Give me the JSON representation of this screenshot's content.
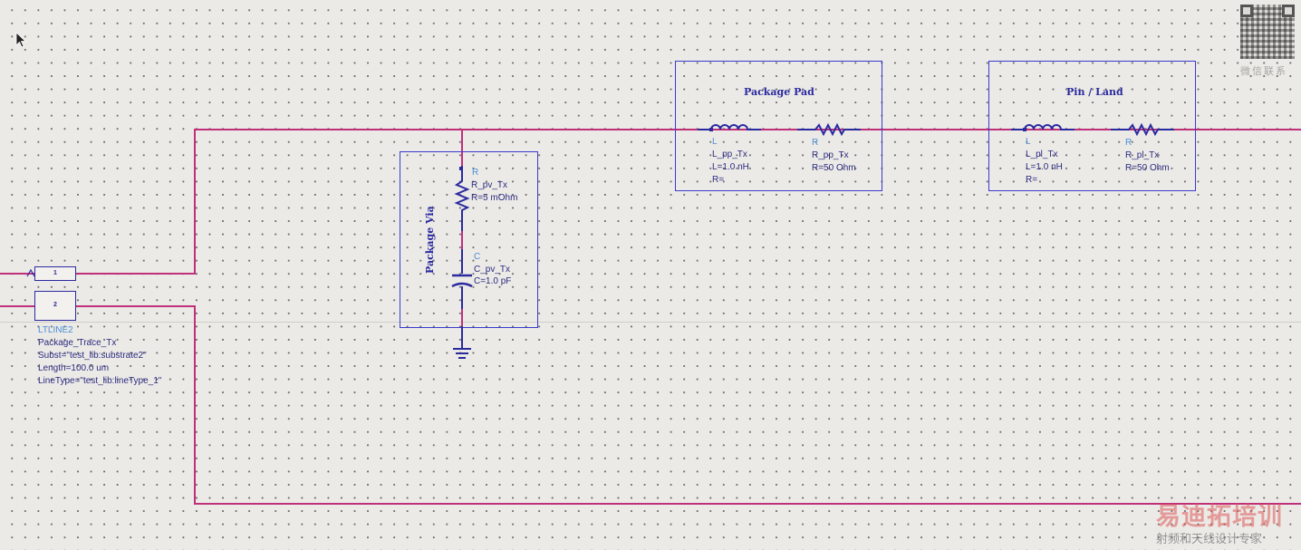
{
  "package_via": {
    "title": "Package Via",
    "resistor": {
      "type": "R",
      "name": "R_pv_Tx",
      "value": "R=5 mOhm"
    },
    "capacitor": {
      "type": "C",
      "name": "C_pv_Tx",
      "value": "C=1.0 pF"
    }
  },
  "package_pad": {
    "title": "Package Pad",
    "inductor": {
      "type": "L",
      "name": "L_pp_Tx",
      "value": "L=1.0 nH",
      "r": "R="
    },
    "resistor": {
      "type": "R",
      "name": "R_pp_Tx",
      "value": "R=50 Ohm"
    }
  },
  "pin_land": {
    "title": "Pin / Land",
    "inductor": {
      "type": "L",
      "name": "L_pl_Tx",
      "value": "L=1.0 nH",
      "r": "R="
    },
    "resistor": {
      "type": "R",
      "name": "R_pl_Tx",
      "value": "R=50 Ohm"
    }
  },
  "trace": {
    "component": "LTLINE2",
    "name": "Package_Trace_Tx",
    "subst": "Subst=\"test_lib:substrate2\"",
    "length": "Length=100.0 um",
    "linetype": "LineType=\"test_lib:lineType_1\"",
    "port1": "1",
    "port2": "2"
  },
  "watermark": {
    "qr_caption": "微信联系",
    "brand": "易迪拓培训",
    "tagline": "射频和天线设计专家"
  },
  "colors": {
    "wire": "#c0307a",
    "component": "#2a2aa0",
    "label": "#2a2a80",
    "type_label": "#4b8ed6",
    "box": "#3a3ad0"
  }
}
